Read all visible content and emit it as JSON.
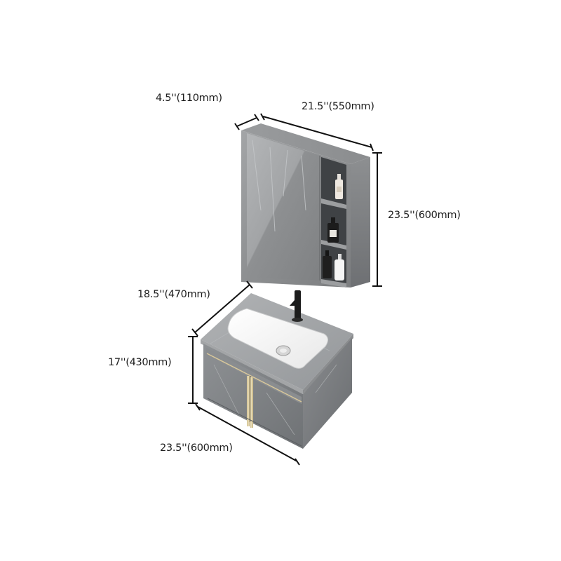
{
  "product": {
    "name": "Wall-mounted bathroom vanity with sink and mirror cabinet",
    "colors": {
      "marble_gray": "#8a8d90",
      "marble_light": "#a7a9ab",
      "marble_dark": "#6f7275",
      "mirror": "#9a9c9e",
      "basin": "#f2f2f2",
      "faucet": "#1c1c1c",
      "handle_gold": "#d8c79a",
      "dimension_line": "#111111"
    }
  },
  "mirror_cabinet": {
    "depth_label": "4.5''(110mm)",
    "width_label": "21.5''(550mm)",
    "height_label": "23.5''(600mm)",
    "shelves": 3
  },
  "vanity": {
    "depth_label": "18.5''(470mm)",
    "height_label": "17''(430mm)",
    "width_label": "23.5''(600mm)",
    "doors": 2
  }
}
